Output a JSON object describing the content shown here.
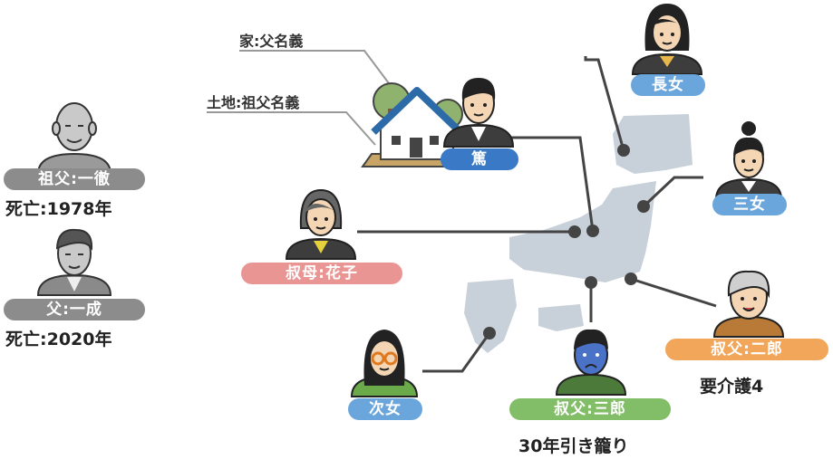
{
  "deceased": {
    "grandfather": {
      "label": "祖父:一徹",
      "note": "死亡:1978年"
    },
    "father": {
      "label": "父:一成",
      "note": "死亡:2020年"
    }
  },
  "property": {
    "house": "家:父名義",
    "land": "土地:祖父名義"
  },
  "heirs": {
    "atsushi": "篤",
    "eldest_daughter": "長女",
    "third_daughter": "三女",
    "aunt": "叔母:花子",
    "uncle_jiro": {
      "label": "叔父:二郎",
      "note": "要介護4"
    },
    "uncle_saburo": {
      "label": "叔父:三郎",
      "note": "30年引き籠り"
    },
    "second_daughter": "次女"
  },
  "colors": {
    "deceased": "#8c8c8c",
    "male": "#3a79c6",
    "female_daughter": "#6aa6dc",
    "aunt": "#e99594",
    "uncle_jiro": "#f2a65a",
    "uncle_saburo": "#82bd67",
    "map": "#c8d1d9",
    "line": "#444444"
  }
}
